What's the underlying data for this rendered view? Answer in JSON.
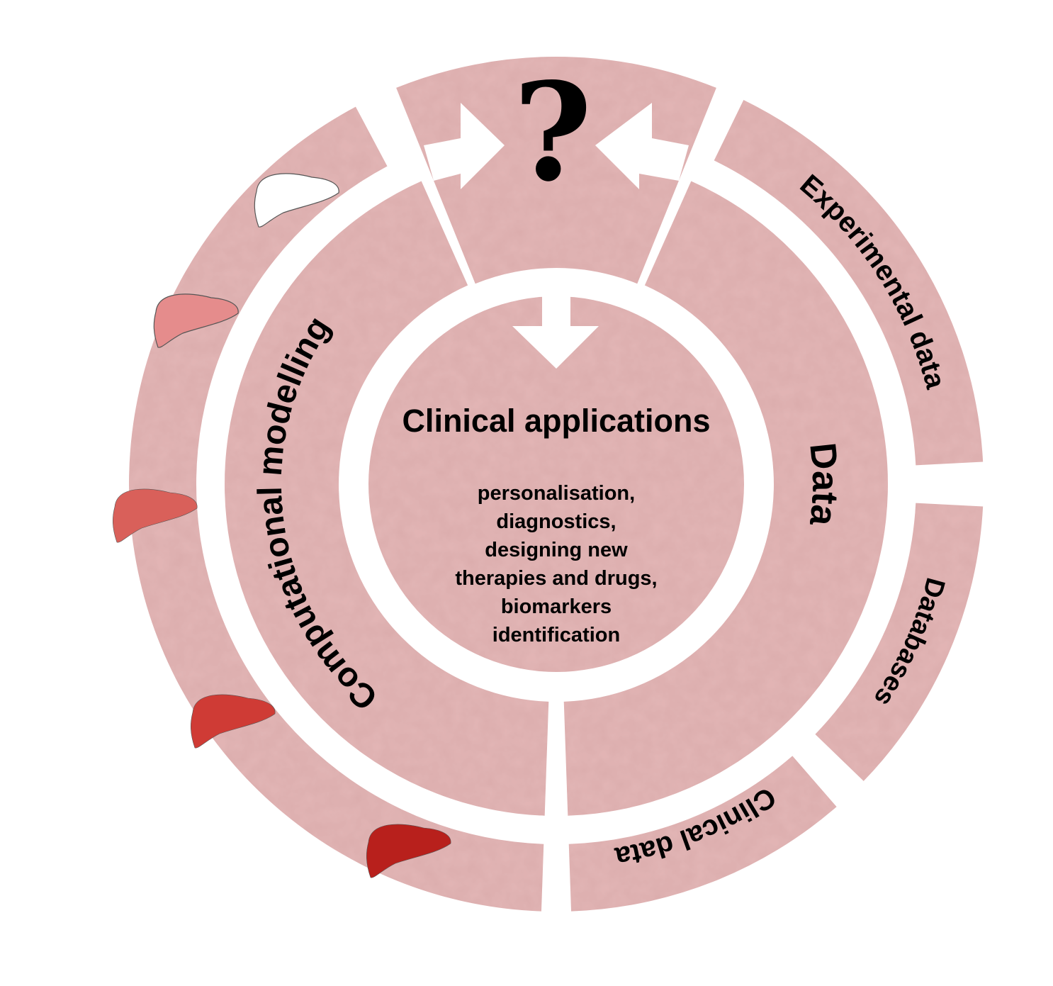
{
  "colors": {
    "segment": "#e3b6b6",
    "liver": "#c0302c",
    "background": "#ffffff"
  },
  "top": {
    "symbol": "?"
  },
  "center": {
    "title": "Clinical applications",
    "lines": [
      "personalisation,",
      "diagnostics,",
      "designing new",
      "therapies and drugs,",
      "biomarkers",
      "identification"
    ]
  },
  "middle_ring": {
    "left_label": "Computational modelling",
    "right_label": "Data"
  },
  "outer_ring": {
    "experimental": "Experimental data",
    "databases": "Databases",
    "clinical": "Clinical data"
  },
  "icons": [
    "liver-wireframe-icon",
    "liver-mesh-light-icon",
    "liver-mesh-medium-icon",
    "liver-mesh-dark-icon",
    "liver-solid-icon"
  ]
}
